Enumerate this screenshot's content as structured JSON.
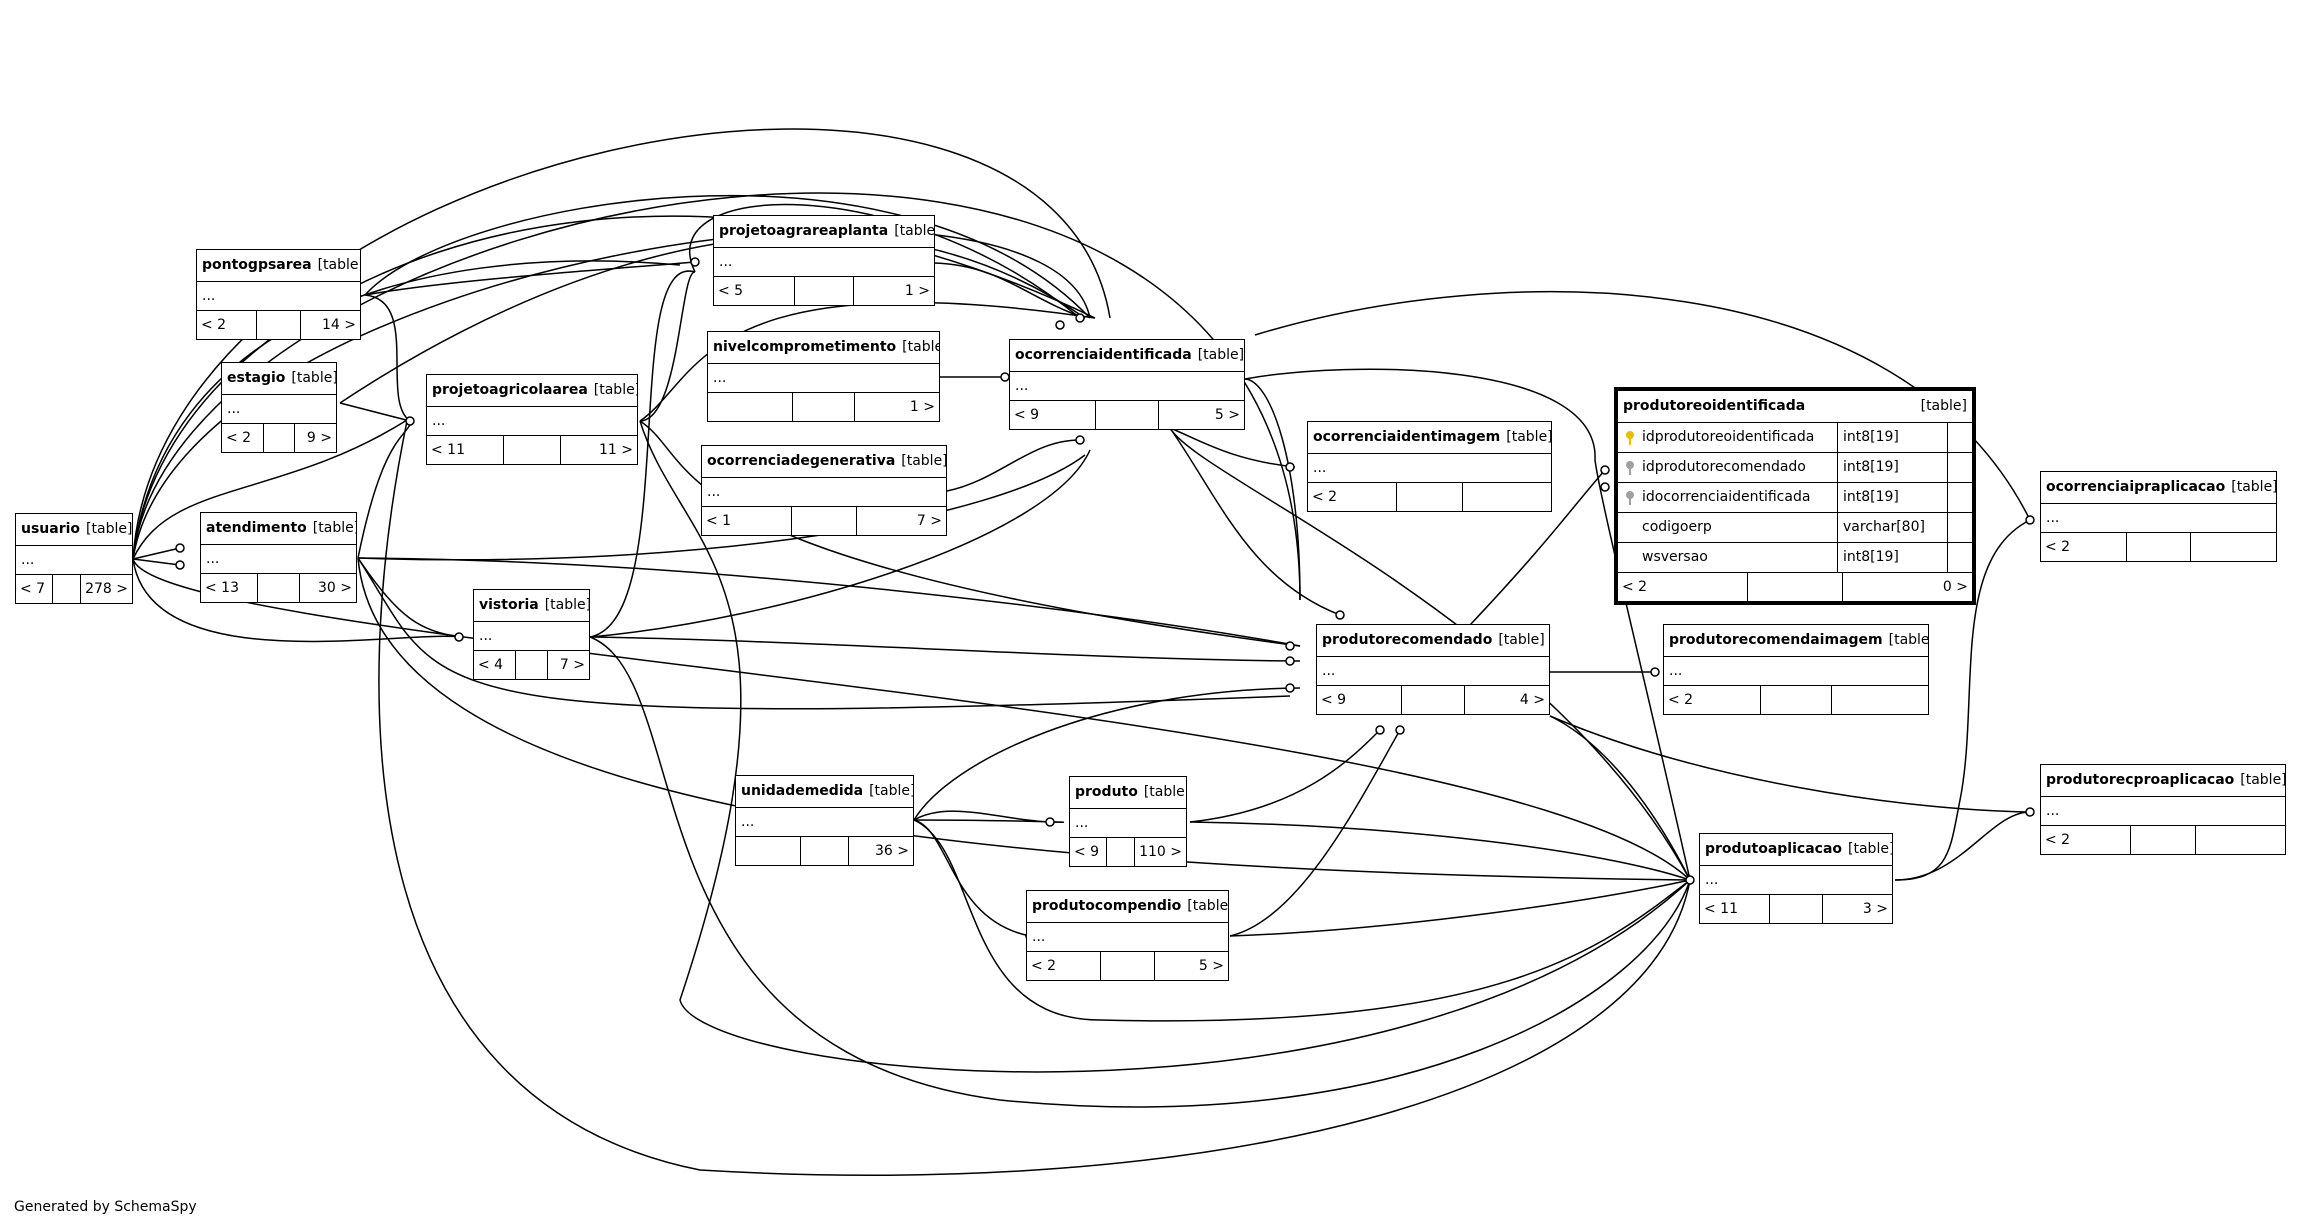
{
  "footer": "Generated by SchemaSpy",
  "type_label": "[table]",
  "tables": {
    "usuario": {
      "name": "usuario",
      "body": "...",
      "parents": "< 7",
      "children": "278 >"
    },
    "pontogpsarea": {
      "name": "pontogpsarea",
      "body": "...",
      "parents": "< 2",
      "children": "14 >"
    },
    "estagio": {
      "name": "estagio",
      "body": "...",
      "parents": "< 2",
      "children": "9 >"
    },
    "atendimento": {
      "name": "atendimento",
      "body": "...",
      "parents": "< 13",
      "children": "30 >"
    },
    "projetoagricolaarea": {
      "name": "projetoagricolaarea",
      "body": "...",
      "parents": "< 11",
      "children": "11 >"
    },
    "vistoria": {
      "name": "vistoria",
      "body": "...",
      "parents": "< 4",
      "children": "7 >"
    },
    "projetoagrareaplanta": {
      "name": "projetoagrareaplanta",
      "body": "...",
      "parents": "< 5",
      "children": "1 >"
    },
    "nivelcomprometimento": {
      "name": "nivelcomprometimento",
      "body": "...",
      "parents": "",
      "children": "1 >"
    },
    "ocorrenciadegenerativa": {
      "name": "ocorrenciadegenerativa",
      "body": "...",
      "parents": "< 1",
      "children": "7 >"
    },
    "ocorrenciaidentificada": {
      "name": "ocorrenciaidentificada",
      "body": "...",
      "parents": "< 9",
      "children": "5 >"
    },
    "ocorrenciaidentimagem": {
      "name": "ocorrenciaidentimagem",
      "body": "...",
      "parents": "< 2",
      "children": ""
    },
    "produtorecomendado": {
      "name": "produtorecomendado",
      "body": "...",
      "parents": "< 9",
      "children": "4 >"
    },
    "produtorecomendaimagem": {
      "name": "produtorecomendaimagem",
      "body": "...",
      "parents": "< 2",
      "children": ""
    },
    "unidademedida": {
      "name": "unidademedida",
      "body": "...",
      "parents": "",
      "children": "36 >"
    },
    "produto": {
      "name": "produto",
      "body": "...",
      "parents": "< 9",
      "children": "110 >"
    },
    "produtocompendio": {
      "name": "produtocompendio",
      "body": "...",
      "parents": "< 2",
      "children": "5 >"
    },
    "produtoaplicacao": {
      "name": "produtoaplicacao",
      "body": "...",
      "parents": "< 11",
      "children": "3 >"
    },
    "ocorrenciaipraplicacao": {
      "name": "ocorrenciaipraplicacao",
      "body": "...",
      "parents": "< 2",
      "children": ""
    },
    "produtorecproaplicacao": {
      "name": "produtorecproaplicacao",
      "body": "...",
      "parents": "< 2",
      "children": ""
    }
  },
  "focus_table": {
    "name": "produtoreoidentificada",
    "columns": [
      {
        "name": "idprodutoreoidentificada",
        "type": "int8[19]",
        "key": "pk"
      },
      {
        "name": "idprodutorecomendado",
        "type": "int8[19]",
        "key": "fk"
      },
      {
        "name": "idocorrenciaidentificada",
        "type": "int8[19]",
        "key": "fk"
      },
      {
        "name": "codigoerp",
        "type": "varchar[80]",
        "key": "none"
      },
      {
        "name": "wsversao",
        "type": "int8[19]",
        "key": "none"
      }
    ],
    "parents": "< 2",
    "children": "0 >"
  }
}
